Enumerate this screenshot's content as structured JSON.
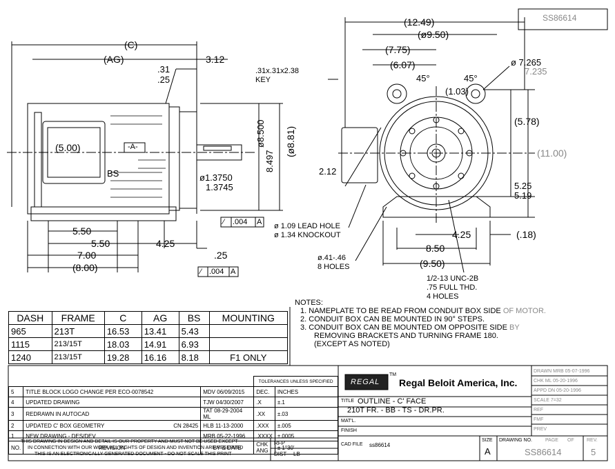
{
  "doc_number_box": "SS86614",
  "side_view": {
    "dim_c": "(C)",
    "dim_ag": "(AG)",
    "dim_312": "3.12",
    "dim_31": ".31",
    "dim_25": ".25",
    "key": ".31x.31x2.38",
    "key_label": "KEY",
    "dim_500": "(5.00)",
    "datum_a": "-A-",
    "bs": "BS",
    "shaft_1": "ø1.3750",
    "shaft_2": "1.3745",
    "pilot_1": "ø8.500",
    "pilot_2": "8.497",
    "dia_881": "(ø8.81)",
    "fcf_1": ".004",
    "fcf_1_datum": "A",
    "fcf_2": ".004",
    "fcf_2_datum": "A",
    "dim_550a": "5.50",
    "dim_550b": "5.50",
    "dim_700": "7.00",
    "dim_800": "(8.00)",
    "dim_425": "4.25",
    "dim_25b": ".25"
  },
  "front_view": {
    "dim_1249": "(12.49)",
    "dim_950": "(ø9.50)",
    "dim_775": "(7.75)",
    "dim_607": "(6.07)",
    "angle_left": "45°",
    "angle_right": "45°",
    "dim_103": "(1.03)",
    "hole_1": "ø 7.265",
    "hole_2": "7.235",
    "dim_578": "(5.78)",
    "dim_1100": "(11.00)",
    "dim_212": "2.12",
    "dim_525": "5.25",
    "dim_519": "5.19",
    "dim_425": "4.25",
    "dim_18": "(.18)",
    "dim_850": "8.50",
    "dim_950b": "(9.50)",
    "lead_1": "ø 1.09 LEAD HOLE",
    "lead_2": "ø 1.34 KNOCKOUT",
    "holes_1": "ø.41-.46",
    "holes_2": "8 HOLES",
    "tap_1": "1/2-13 UNC-2B",
    "tap_2": ".75 FULL THD.",
    "tap_3": "4 HOLES"
  },
  "notes": {
    "header": "NOTES:",
    "items": [
      {
        "num": "1.",
        "text": "NAMEPLATE TO BE READ FROM CONDUIT BOX SIDE",
        "tail": " OF MOTOR."
      },
      {
        "num": "2.",
        "text": "CONDUIT BOX CAN BE MOUNTED IN 90° STEPS.",
        "tail": ""
      },
      {
        "num": "3.",
        "text": "CONDUIT BOX CAN BE MOUNTED OM OPPOSITE SIDE",
        "tail": " BY"
      },
      {
        "num": "",
        "text": "REMOVING BRACKETS AND TURNING FRAME 180.",
        "tail": ""
      },
      {
        "num": "",
        "text": "(EXCEPT AS NOTED)",
        "tail": ""
      }
    ]
  },
  "dash_table": {
    "headers": [
      "DASH",
      "FRAME",
      "C",
      "AG",
      "BS",
      "MOUNTING"
    ],
    "rows": [
      [
        "965",
        "213T",
        "16.53",
        "13.41",
        "5.43",
        ""
      ],
      [
        "1115",
        "213/15T",
        "18.03",
        "14.91",
        "6.93",
        ""
      ],
      [
        "1240",
        "213/15T",
        "19.28",
        "16.16",
        "8.18",
        "F1 ONLY"
      ]
    ]
  },
  "revisions": {
    "rows": [
      {
        "no": "5",
        "rev": "TITLE BLOCK LOGO CHANGE PER ECO-0078542",
        "ecn": "",
        "by": "MDV",
        "date": "06/09/2015"
      },
      {
        "no": "4",
        "rev": "UPDATED DRAWING",
        "ecn": "",
        "by": "TJW",
        "date": "04/30/2007"
      },
      {
        "no": "3",
        "rev": "REDRAWN IN AUTOCAD",
        "ecn": "",
        "by": "TAT",
        "date": "08-29-2004"
      },
      {
        "no": "2",
        "rev": "UPDATED C' BOX GEOMETRY",
        "ecn": "CN 28425",
        "by": "HLB",
        "date": "11-13-2000"
      },
      {
        "no": "1",
        "rev": "NEW DRAWING - DES/DEV",
        "ecn": "",
        "by": "MRB",
        "date": "05-22-1996"
      }
    ],
    "footer": [
      "NO.",
      "REVISION",
      "BY & DATE"
    ],
    "tol_header": "TOLERANCES UNLESS SPECIFIED",
    "tol_cols": [
      "DEC.",
      "INCHES"
    ],
    "tol_rows": [
      [
        ".X",
        "±.1"
      ],
      [
        ".XX",
        "±.03"
      ],
      [
        ".XXX",
        "±.005"
      ],
      [
        ".XXXX",
        "±.0005"
      ]
    ],
    "chk": "CHK",
    "ang": "ANG",
    "ang_val": "± 1°30'",
    "ml": "ML"
  },
  "title_block": {
    "logo_text": "REGAL",
    "tm": "TM",
    "company": "Regal Beloit America, Inc.",
    "drawn": "DRAWN MRB 05-07-1996",
    "chk": "CHK      ML 05-20-1996",
    "appd": "APPD   DN 05-20-1996",
    "scale": "SCALE      7=32",
    "ref": "REF",
    "fmf": "FMF",
    "prev": "PREV",
    "title_label": "TITLE",
    "title_1": "OUTLINE - C' FACE",
    "title_2": "210T FR. - BB - TS - DR.PR.",
    "matl": "MAT'L.",
    "finish": "FINISH",
    "cad_label": "CAD FILE",
    "cad_file": "ss86614",
    "size_label": "SIZE",
    "size": "A",
    "drawing_label": "DRAWING NO.",
    "page_label": "PAGE",
    "of_label": "OF",
    "rev_label": "REV.",
    "drawing_no": "SS86614",
    "rev": "5",
    "rfp": "RFP",
    "dist": "DIST",
    "dist_val": "LB",
    "disclaimer_1": "THIS DRAWING IN DESIGN AND DETAIL IS OUR PROPERTY AND MUST NOT BE USED EXCEPT",
    "disclaimer_2": "IN CONNECTION WITH OUR WORK ALL RIGHTS OF DESIGN AND INVENTION ARE RESERVED",
    "disclaimer_3": "THIS IS AN ELECTRONICALLY GENERATED DOCUMENT - DO NOT SCALE THIS PRINT"
  }
}
